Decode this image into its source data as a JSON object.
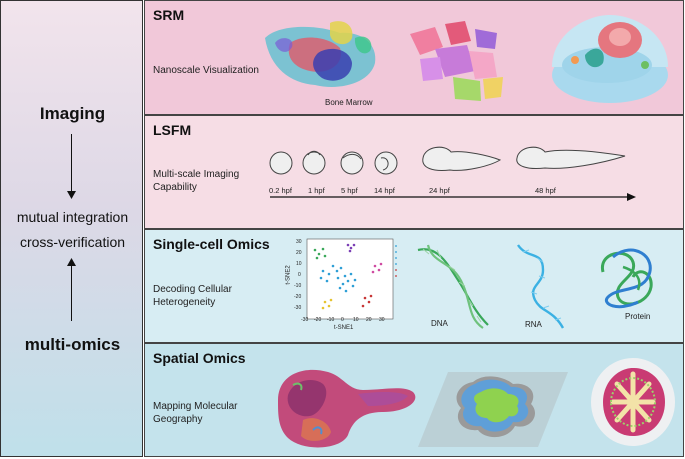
{
  "left": {
    "imaging": "Imaging",
    "integration1": "mutual integration",
    "integration2": "cross-verification",
    "omics": "multi-omics"
  },
  "srm": {
    "title": "SRM",
    "subtitle": "Nanoscale Visualization",
    "bone_marrow": "Bone Marrow"
  },
  "lsfm": {
    "title": "LSFM",
    "subtitle_1": "Multi-scale Imaging",
    "subtitle_2": "Capability",
    "stages": [
      "0.2 hpf",
      "1 hpf",
      "5 hpf",
      "14 hpf",
      "24 hpf",
      "48 hpf"
    ]
  },
  "sc": {
    "title": "Single-cell Omics",
    "subtitle_1": "Decoding Cellular",
    "subtitle_2": "Heterogeneity",
    "xlabel": "t-SNE1",
    "ylabel": "t-SNE2",
    "xticks": [
      "-30",
      "-20",
      "-10",
      "0",
      "10",
      "20",
      "30"
    ],
    "yticks": [
      "30",
      "20",
      "10",
      "0",
      "-10",
      "-20",
      "-30"
    ],
    "dna": "DNA",
    "rna": "RNA",
    "protein": "Protein"
  },
  "spatial": {
    "title": "Spatial Omics",
    "subtitle_1": "Mapping Molecular",
    "subtitle_2": "Geography"
  },
  "colors": {
    "srm_bg": "#f1c8d9",
    "lsfm_bg": "#f6dde5",
    "sc_bg": "#d7edf3",
    "spatial_bg": "#c4e3ec"
  }
}
